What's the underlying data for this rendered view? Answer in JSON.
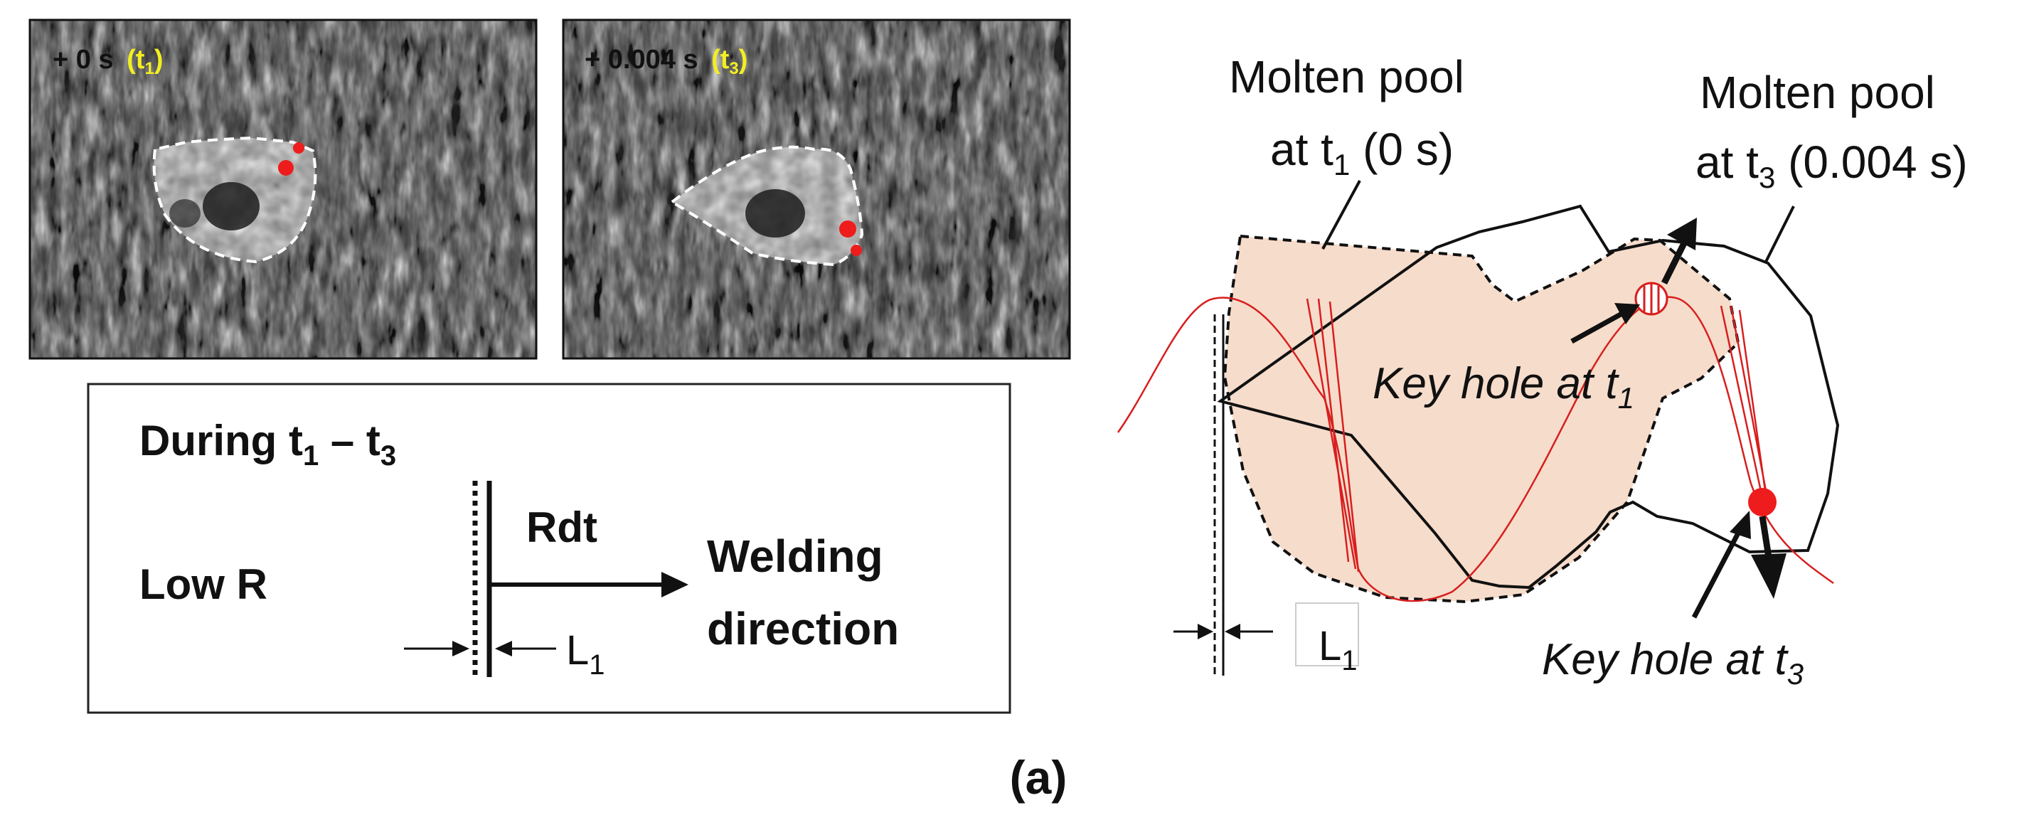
{
  "photo_left": {
    "time_label": "+ 0 s",
    "time_tag_open": "(t",
    "time_tag_sub": "1",
    "time_tag_close": ")"
  },
  "photo_right": {
    "time_label": "+ 0.004 s",
    "time_tag_open": "(t",
    "time_tag_sub": "3",
    "time_tag_close": ")"
  },
  "summary_box": {
    "heading_main": "During t",
    "heading_sub1": "1",
    "heading_dash": " – t",
    "heading_sub3": "3",
    "condition": "Low R",
    "rdt_label": "Rdt",
    "welding_line1": "Welding",
    "welding_line2": "direction",
    "gap_label_main": "L",
    "gap_label_sub": "1"
  },
  "schematic": {
    "pool_t1_line1": "Molten pool",
    "pool_t1_line2_main": "at t",
    "pool_t1_line2_sub": "1",
    "pool_t1_line2_rest": " (0 s)",
    "pool_t3_line1": "Molten pool",
    "pool_t3_line2_main": "at t",
    "pool_t3_line2_sub": "3",
    "pool_t3_line2_rest": " (0.004 s)",
    "keyhole_t1_main": "Key hole at t",
    "keyhole_t1_sub": "1",
    "keyhole_t3_main": "Key hole at t",
    "keyhole_t3_sub": "3",
    "gap_label_main": "L",
    "gap_label_sub": "1"
  },
  "caption": "(a)",
  "colors": {
    "pool_fill": "#f6dccb",
    "keyhole_red": "#ee1c1c",
    "path_red": "#d81e1e",
    "photo_tag_yellow": "#f2ee22",
    "ink": "#111111"
  }
}
